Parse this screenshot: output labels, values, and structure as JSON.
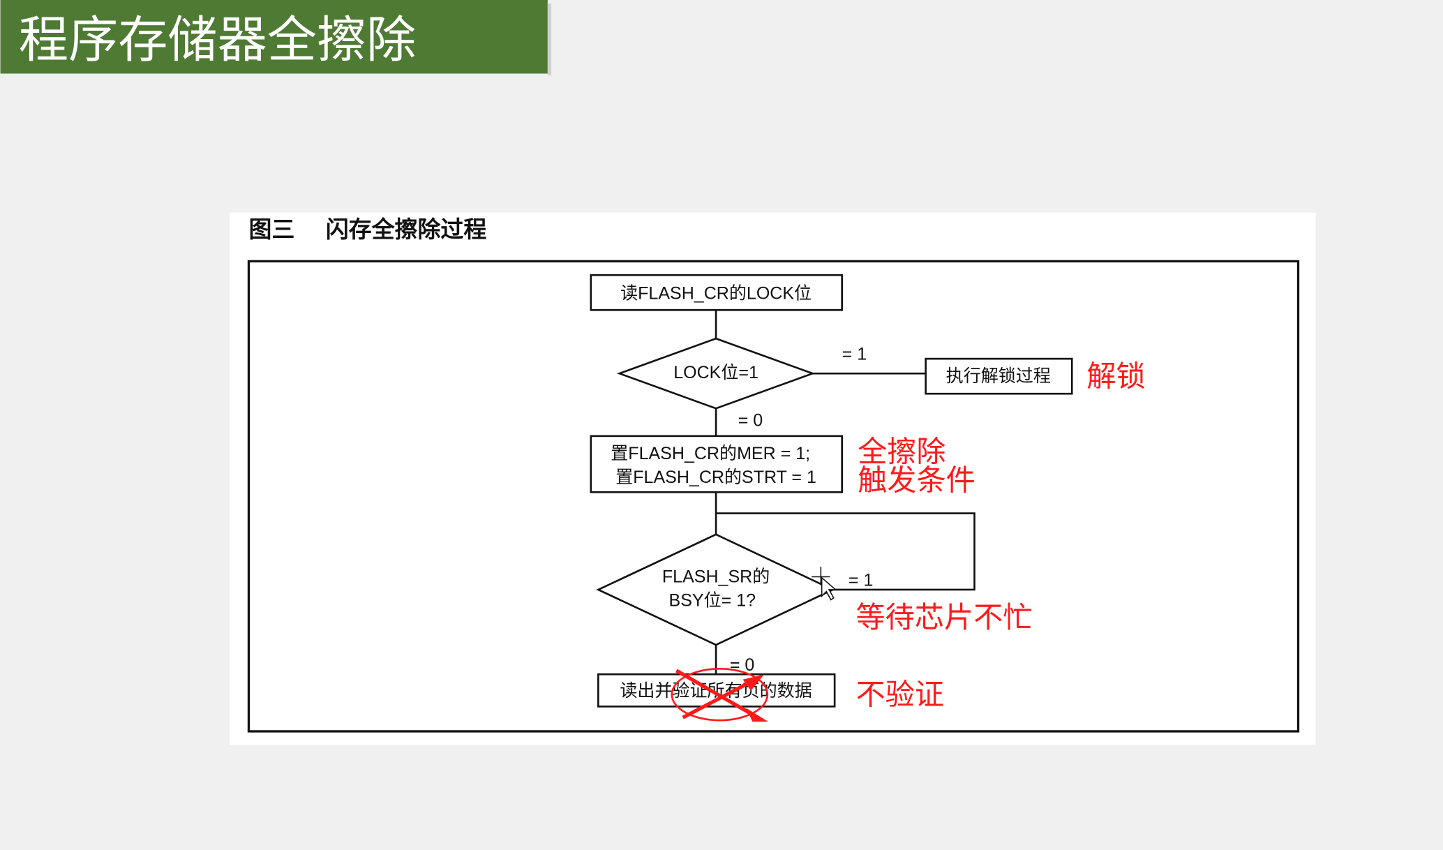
{
  "slide": {
    "title": "程序存储器全擦除",
    "title_bg": "#4e7a34",
    "caption": "图三　 闪存全擦除过程"
  },
  "flowchart": {
    "step1": "读FLASH_CR的LOCK位",
    "decision1": "LOCK位=1",
    "decision1_yes": "= 1",
    "decision1_no": "= 0",
    "unlock_box": "执行解锁过程",
    "step2_line1": "置FLASH_CR的MER = 1;",
    "step2_line2": "置FLASH_CR的STRT = 1",
    "decision2_line1": "FLASH_SR的",
    "decision2_line2": "BSY位= 1?",
    "decision2_yes": "= 1",
    "decision2_no": "= 0",
    "step3": "读出并验证所有页的数据"
  },
  "annotations": {
    "color": "#ff1a1a",
    "unlock": "解锁",
    "erase_line1": "全擦除",
    "erase_line2": "触发条件",
    "wait": "等待芯片不忙",
    "no_verify": "不验证"
  }
}
